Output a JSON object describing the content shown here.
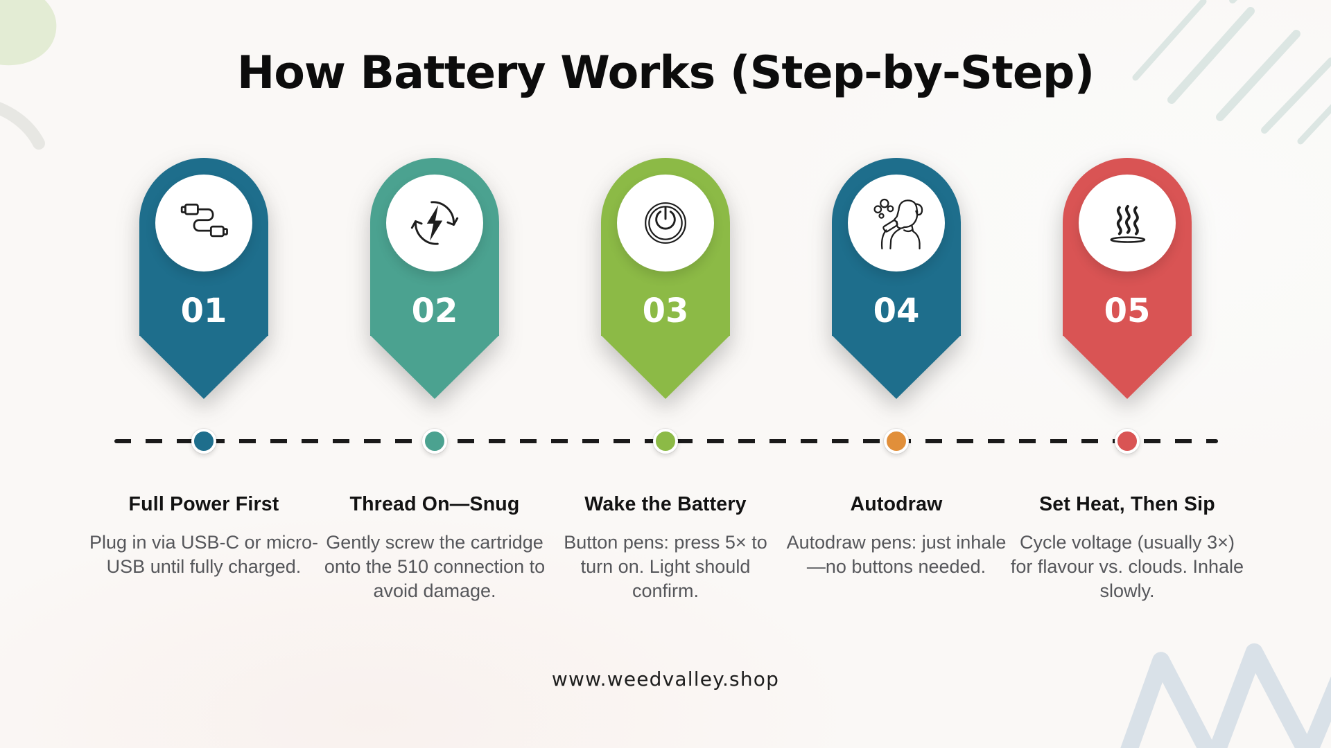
{
  "page": {
    "title": "How Battery Works (Step-by-Step)",
    "website": "www.weedvalley.shop"
  },
  "colors": {
    "background": "#faf8f6",
    "timeline_dash": "#1a1a1a",
    "step_title_text": "#121212",
    "step_description_text": "#55565a",
    "number_text": "#ffffff",
    "teal": "#1e6e8c",
    "seagreen": "#4ba290",
    "lime": "#8cba46",
    "orange": "#e18f3a",
    "red": "#d95454"
  },
  "steps": [
    {
      "number": "01",
      "icon": "usb-cable-icon",
      "pin_color": "#1e6e8c",
      "dot_color": "#1e6e8c",
      "title": "Full Power First",
      "description": "Plug in via USB-C or micro-USB until fully charged."
    },
    {
      "number": "02",
      "icon": "charge-cycle-bolt-icon",
      "pin_color": "#4ba290",
      "dot_color": "#4ba290",
      "title": "Thread On—Snug",
      "description": "Gently screw the cartridge onto the 510 connection to avoid damage."
    },
    {
      "number": "03",
      "icon": "power-button-icon",
      "pin_color": "#8cba46",
      "dot_color": "#8cba46",
      "title": "Wake the Battery",
      "description": "Button pens: press 5× to turn on. Light should confirm."
    },
    {
      "number": "04",
      "icon": "vaping-person-icon",
      "pin_color": "#1e6e8c",
      "dot_color": "#e18f3a",
      "title": "Autodraw",
      "description": "Autodraw pens: just inhale—no buttons needed."
    },
    {
      "number": "05",
      "icon": "steam-heat-icon",
      "pin_color": "#d95454",
      "dot_color": "#d95454",
      "title": "Set Heat, Then Sip",
      "description": "Cycle voltage (usually 3×) for flavour vs. clouds. Inhale slowly."
    }
  ]
}
